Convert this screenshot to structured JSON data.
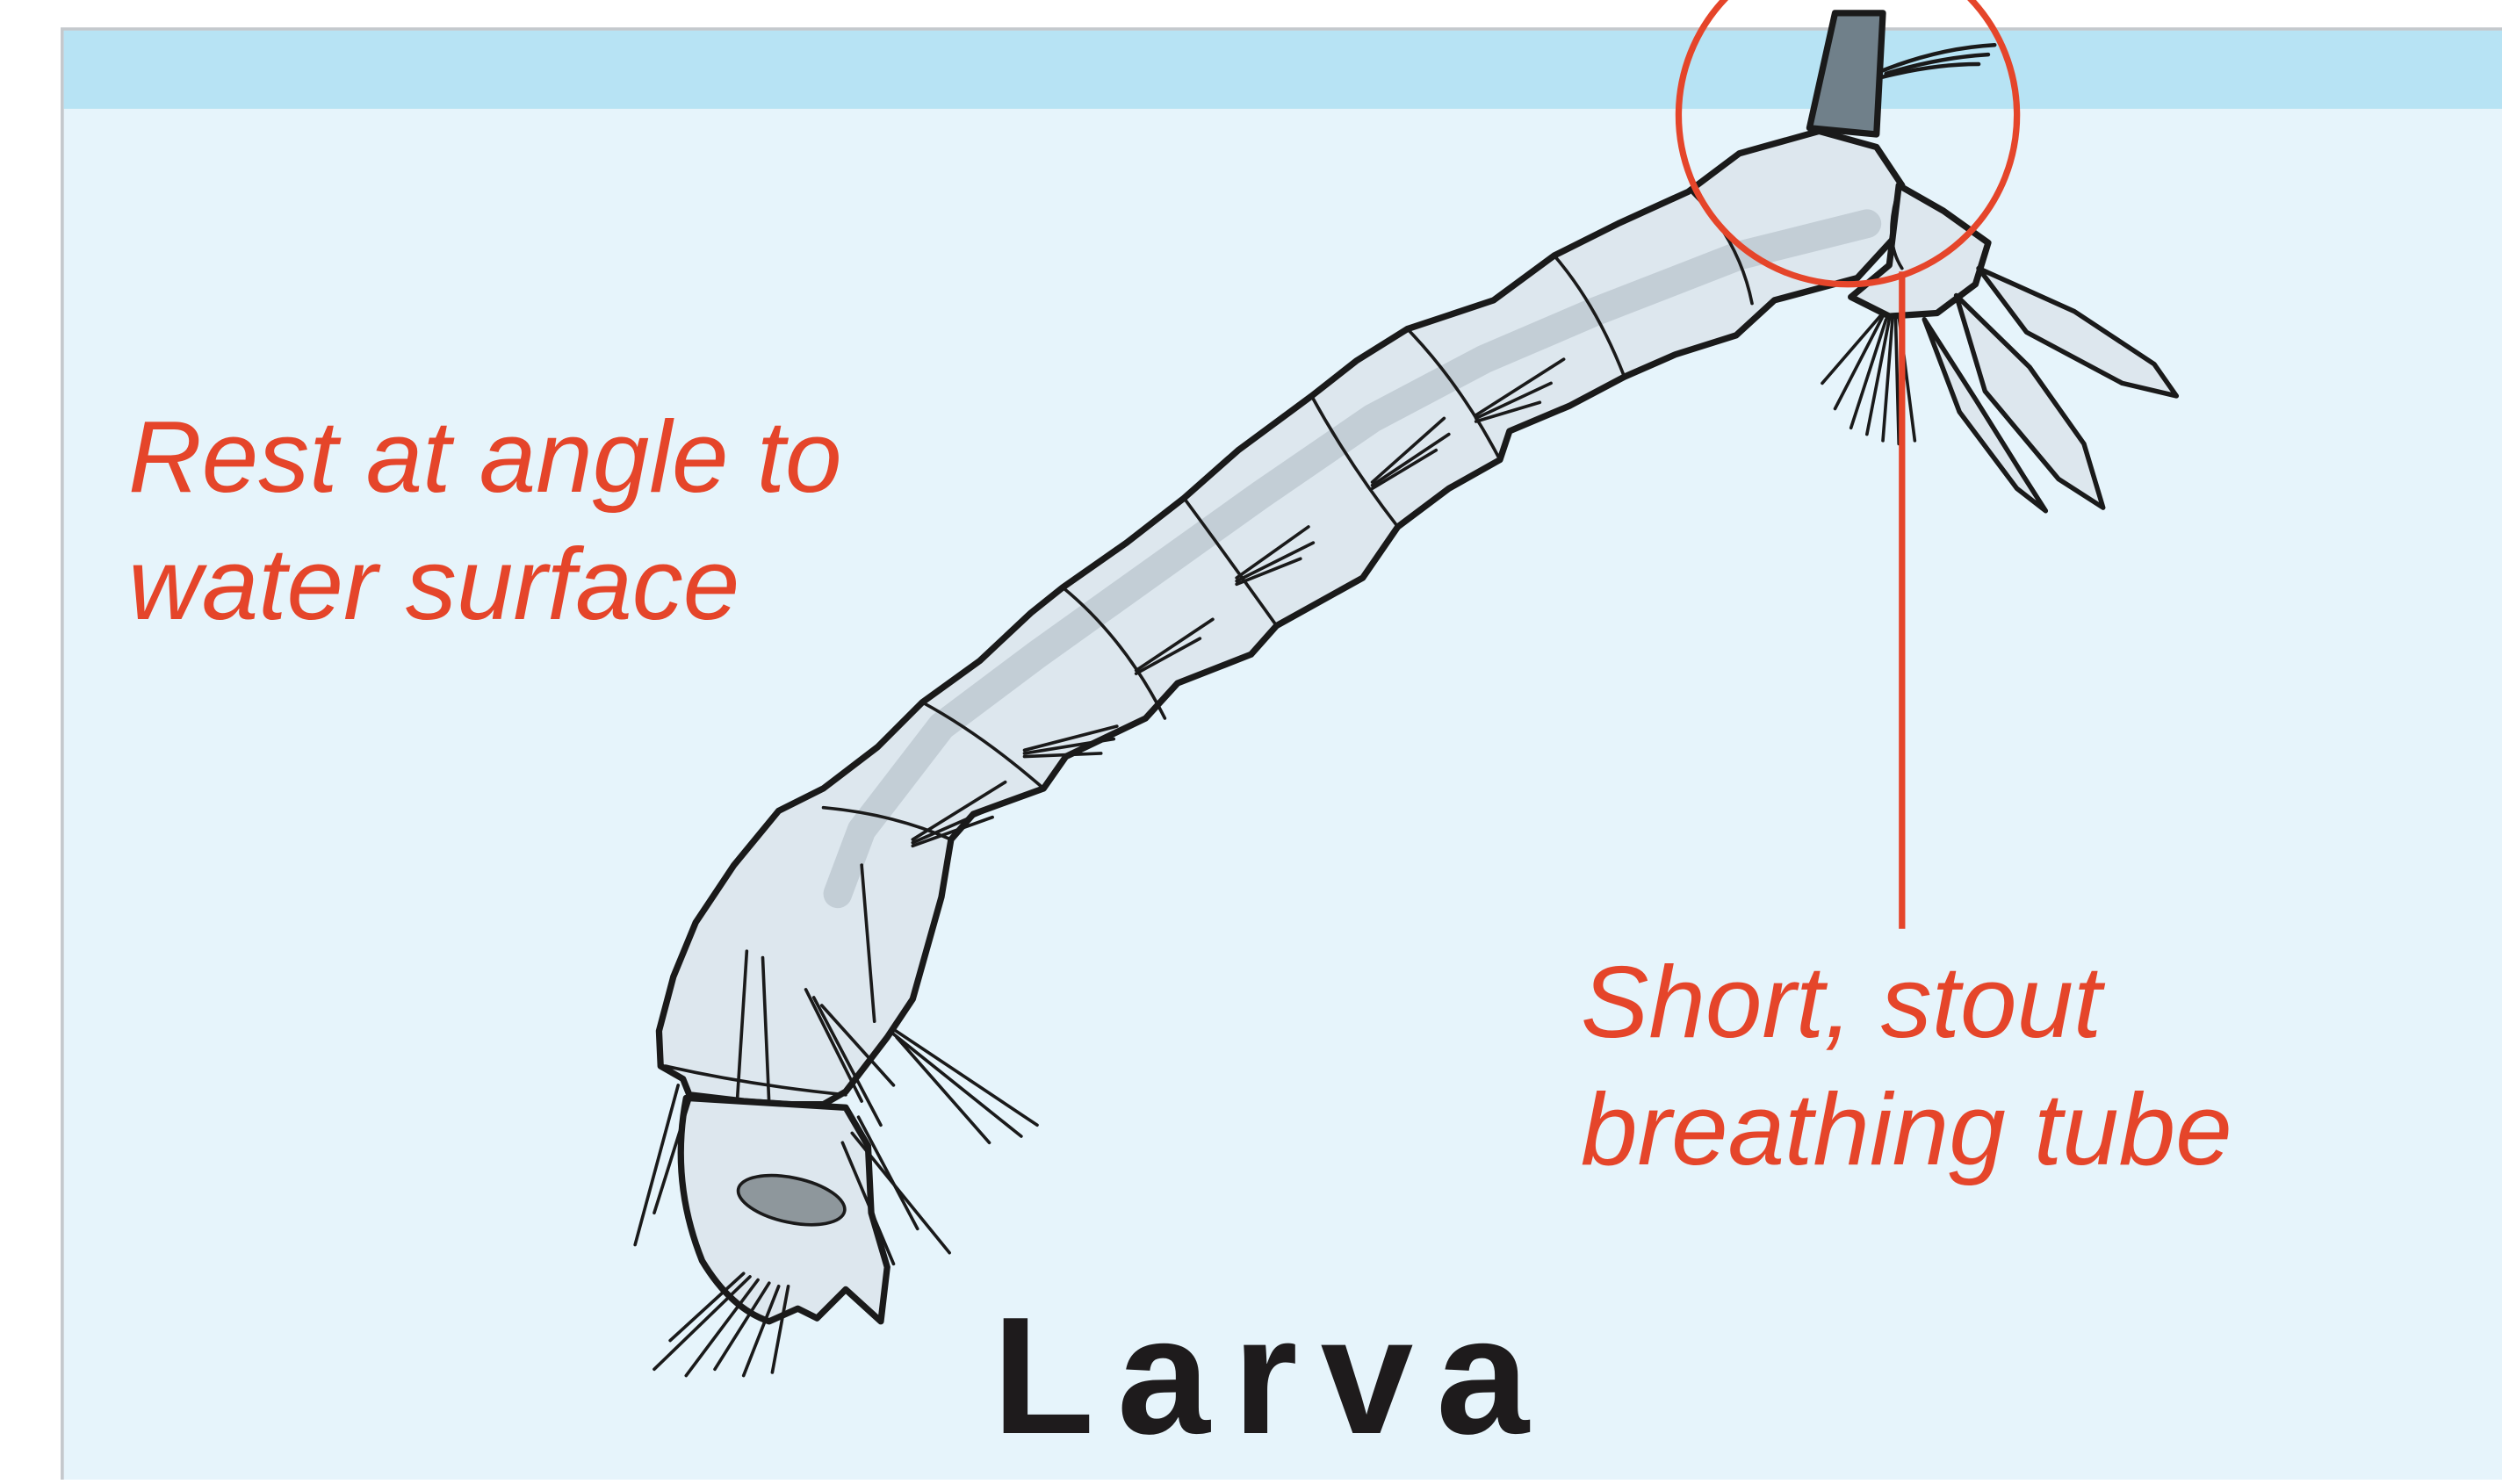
{
  "title": "Larva",
  "annotations": {
    "rest_angle": {
      "line1": "Rest at angle to",
      "line2": "water surface"
    },
    "breathing_tube": {
      "line1": "Short, stout",
      "line2": "breathing tube"
    }
  },
  "colors": {
    "water": "#e6f4fb",
    "surface": "#b7e3f4",
    "frame_border": "#c4c8cc",
    "body_fill": "#dde7ee",
    "body_shade": "#c3ced6",
    "outline": "#1a1a1a",
    "tube": "#70808a",
    "annotation": "#e5452a",
    "title": "#1e1b1c"
  }
}
